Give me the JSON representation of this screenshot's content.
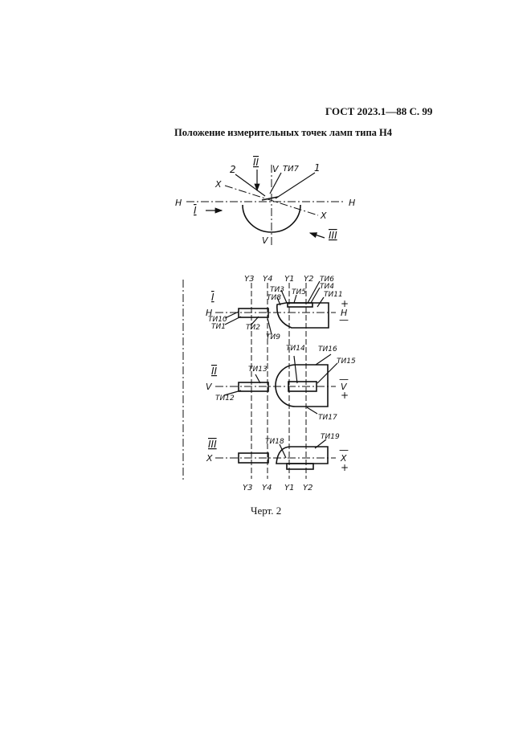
{
  "document": {
    "header": "ГОСТ 2023.1—88 С. 99",
    "title": "Положение измерительных точек ламп типа Н4",
    "caption": "Черт. 2"
  },
  "diagram_top": {
    "labels": {
      "axis_h_left": "H",
      "axis_h_right": "H",
      "axis_v_top": "V",
      "axis_v_bottom": "V",
      "axis_x_left": "X",
      "axis_x_right": "X",
      "label_1": "1",
      "label_2": "2",
      "label_tp7": "ТИ7",
      "roman_1": "I",
      "roman_2": "II",
      "roman_3": "III"
    }
  },
  "diagram_bottom": {
    "columns_top": [
      "Y3",
      "Y4",
      "Y1",
      "Y2"
    ],
    "columns_bottom": [
      "Y3",
      "Y4",
      "Y1",
      "Y2"
    ],
    "section_1": {
      "roman": "I",
      "axis": "H",
      "plus": "+",
      "minus": "—",
      "points": [
        "ТИ1",
        "ТИ2",
        "ТИ3",
        "ТИ4",
        "ТИ5",
        "ТИ6",
        "ТИ8",
        "ТИ9",
        "ТИ10",
        "ТИ11"
      ]
    },
    "section_2": {
      "roman": "II",
      "axis": "V",
      "plus": "+",
      "minus": "—",
      "points": [
        "ТИ12",
        "ТИ13",
        "ТИ14",
        "ТИ15",
        "ТИ16",
        "ТИ17"
      ]
    },
    "section_3": {
      "roman": "III",
      "axis": "X",
      "plus": "+",
      "minus": "—",
      "points": [
        "ТИ18",
        "ТИ19"
      ]
    }
  }
}
